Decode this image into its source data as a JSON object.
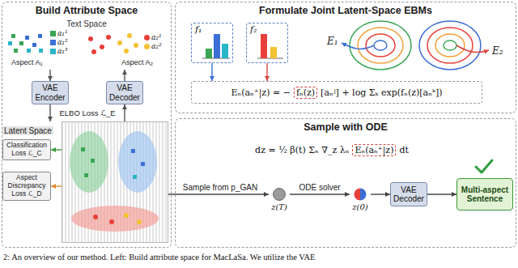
{
  "diagram": {
    "caption": "2: An overview of our method. Left: Build attribute space for MacLaSa. We utilize the VAE",
    "nodes": [
      {
        "text": [
          "Build Attribute Space"
        ]
      },
      {
        "text": [
          "Text Space"
        ],
        "in": 0
      },
      {
        "text": [
          "VAE Encoder"
        ],
        "in": 0
      },
      {
        "text": [
          "VAE Decoder"
        ],
        "in": 0
      },
      {
        "text": [
          "Latent Space"
        ],
        "in": 0
      },
      {
        "text": [
          "Classification Loss ℒ_C"
        ],
        "in": 0
      },
      {
        "text": [
          "Aspect Discrepancy Loss ℒ_D"
        ],
        "in": 0
      },
      {
        "text": [
          "Formulate Joint Latent-Space EBMs"
        ]
      },
      {
        "text": [
          "f₁"
        ],
        "in": 7
      },
      {
        "text": [
          "f₂"
        ],
        "in": 7
      },
      {
        "text": [
          "Eₙ(aₙ⁺|z) = −",
          "fₙ(z)",
          "[aₙʲ] + log Σₖ exp(fₙ(z)[aₙᵏ])"
        ],
        "in": 7
      },
      {
        "text": [
          "Sample with ODE"
        ]
      },
      {
        "text": [
          "dz = ½ β(t) Σₙ ∇_z λₙ",
          "Eₙ(aₙ⁺|z)",
          "dt"
        ],
        "in": 11
      },
      {
        "text": [
          "z(T)"
        ],
        "in": 11
      },
      {
        "text": [
          "z(0)"
        ],
        "in": 11
      },
      {
        "text": [
          "VAE Decoder"
        ],
        "in": 11
      },
      {
        "text": [
          "Multi-aspect Sentence"
        ],
        "in": 11
      }
    ],
    "edges": [
      {
        "from": 1,
        "to": 2,
        "arrow": "to"
      },
      {
        "from": 2,
        "to": 4,
        "arrow": "to"
      },
      {
        "from": 4,
        "to": 3,
        "arrow": "to"
      },
      {
        "from": 3,
        "to": 1,
        "arrow": "to"
      },
      {
        "from": 4,
        "to": 5,
        "arrow": "to"
      },
      {
        "from": 4,
        "to": 6,
        "arrow": "to"
      },
      {
        "from": 8,
        "to": 10,
        "arrow": "to"
      },
      {
        "from": 9,
        "to": 10,
        "arrow": "to"
      },
      {
        "from": 4,
        "to": 13,
        "label": "Sample from p_GAN",
        "arrow": "to"
      },
      {
        "from": 13,
        "to": 14,
        "label": "ODE solver",
        "arrow": "to"
      },
      {
        "from": 14,
        "to": 15,
        "arrow": "to"
      },
      {
        "from": 15,
        "to": 16,
        "arrow": "to"
      }
    ],
    "labels": [
      "Aspect A₁",
      "Aspect A₂",
      "ELBO Loss ℒ_E",
      "E₁",
      "E₂"
    ],
    "legend": [
      {
        "text": "a₁¹",
        "color": "#3aa655"
      },
      {
        "text": "a₁²",
        "color": "#3b6fd6"
      },
      {
        "text": "a₁³",
        "color": "#2bb5c9"
      },
      {
        "text": "a₂¹",
        "color": "#e8403a"
      },
      {
        "text": "a₂²",
        "color": "#f2c230"
      }
    ]
  }
}
